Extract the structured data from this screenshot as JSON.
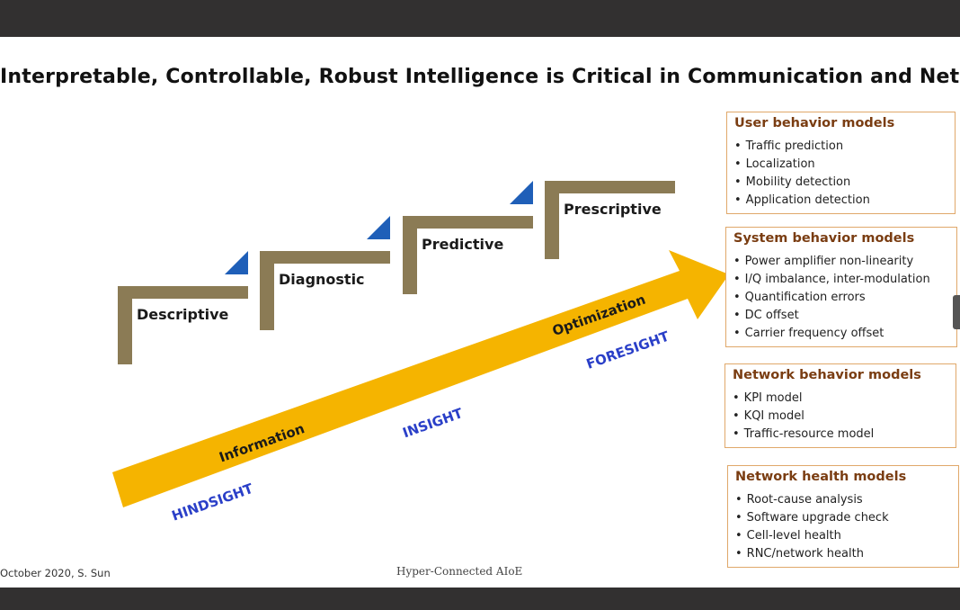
{
  "slide": {
    "title": "Interpretable, Controllable, Robust Intelligence is Critical in Communication and Networks",
    "footer_left": "October 2020, S. Sun",
    "footer_center": "Hyper-Connected AIoE"
  },
  "steps": [
    {
      "label": "Descriptive"
    },
    {
      "label": "Diagnostic"
    },
    {
      "label": "Predictive"
    },
    {
      "label": "Prescriptive"
    }
  ],
  "arrow": {
    "labels": [
      "Information",
      "Optimization"
    ],
    "sight_labels": [
      "Hindsight",
      "Insight",
      "Foresight"
    ]
  },
  "boxes": [
    {
      "title": "User behavior models",
      "items": [
        "Traffic prediction",
        "Localization",
        "Mobility detection",
        "Application detection"
      ]
    },
    {
      "title": "System behavior models",
      "items": [
        "Power amplifier non-linearity",
        "I/Q imbalance, inter-modulation",
        "Quantification errors",
        "DC offset",
        "Carrier frequency offset"
      ]
    },
    {
      "title": "Network behavior models",
      "items": [
        "KPI model",
        "KQI model",
        "Traffic-resource model"
      ]
    },
    {
      "title": "Network health models",
      "items": [
        "Root-cause analysis",
        "Software upgrade check",
        "Cell-level health",
        "RNC/network health"
      ]
    }
  ],
  "colors": {
    "step_brown": "#8b7b55",
    "triangle_blue": "#1f5fb8",
    "arrow_gold": "#f5b400",
    "sight_blue": "#2a3fc8",
    "box_border": "#e0a86a",
    "box_title": "#7a3d12"
  }
}
